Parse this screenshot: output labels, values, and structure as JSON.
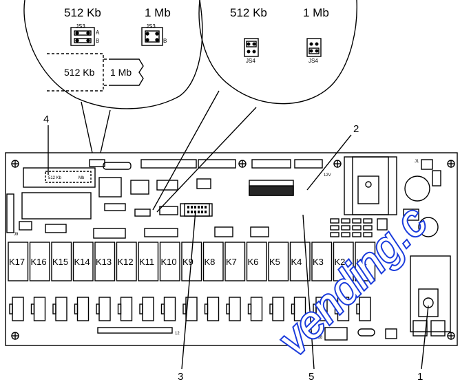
{
  "zoom_left": {
    "header_512": "512 Kb",
    "header_1mb": "1 Mb",
    "jumper_name": "JS3",
    "pin_a": "A",
    "pin_b": "B",
    "chip_512": "512 Kb",
    "chip_1mb": "1 Mb"
  },
  "zoom_right": {
    "header_512": "512 Kb",
    "header_1mb": "1 Mb",
    "jumper_name": "JS4"
  },
  "callouts": [
    "1",
    "2",
    "3",
    "4",
    "5"
  ],
  "relays": [
    "K17",
    "K16",
    "K15",
    "K14",
    "K13",
    "K12",
    "K11",
    "K10",
    "K9",
    "K8",
    "K7",
    "K6",
    "K5",
    "K4",
    "K3",
    "K2",
    "K1"
  ],
  "board_text": {
    "eprom_512": "512 Kb",
    "eprom_1mb": "Mb",
    "j12": "12",
    "j8": "J8",
    "j9": "J9",
    "j1": "J1",
    "v12": "12V"
  },
  "watermark": {
    "text": "vending.c",
    "color": "#1a3bdc"
  }
}
